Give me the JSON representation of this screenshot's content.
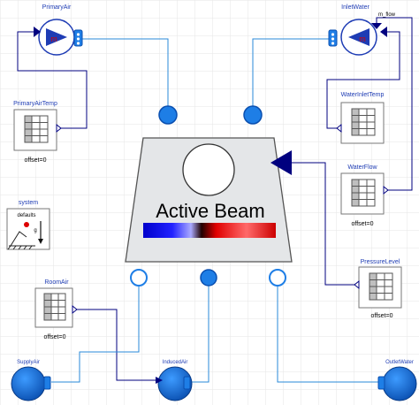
{
  "diagram": {
    "main_block": {
      "title": "Active Beam"
    },
    "components": {
      "primary_air": {
        "name": "PrimaryAir",
        "symbol": "m"
      },
      "inlet_water": {
        "name": "InletWater",
        "symbol": "m",
        "port_label": "m_flow"
      },
      "primary_air_temp": {
        "name": "PrimaryAirTemp",
        "param": "offset=0"
      },
      "water_inlet_temp": {
        "name": "WaterInletTemp"
      },
      "water_flow": {
        "name": "WaterFlow",
        "param": "offset=0"
      },
      "system": {
        "name": "system",
        "inner_label": "defaults",
        "g_label": "g"
      },
      "room_air": {
        "name": "RoomAir",
        "param": "offset=0"
      },
      "pressure_level": {
        "name": "PressureLevel",
        "param": "offset=0"
      },
      "supply_air": {
        "name": "SupplyAir"
      },
      "induced_air": {
        "name": "InducedAir"
      },
      "outlet_water": {
        "name": "OutletWater"
      }
    },
    "colors": {
      "label_blue": "#1e3cb4",
      "fluid_port": "#1e7ee6",
      "signal_line": "#00007f",
      "fluid_line": "#2a8ad8",
      "beam_fill": "#e4e6e8"
    }
  }
}
